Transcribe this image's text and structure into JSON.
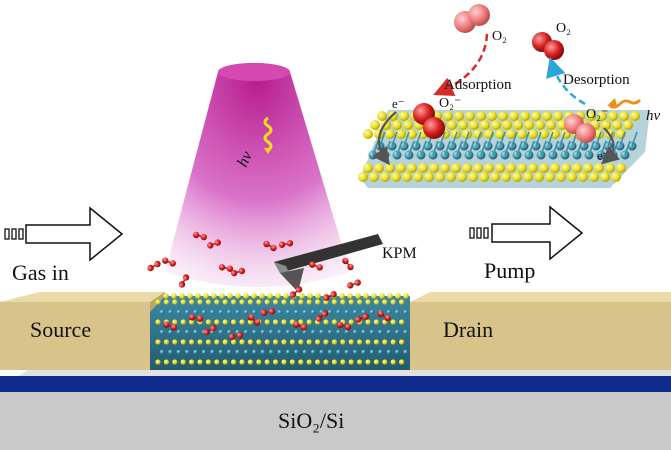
{
  "device": {
    "source": "Source",
    "drain": "Drain",
    "substrate": "SiO₂/Si"
  },
  "flow": {
    "gas_in": "Gas in",
    "pump": "Pump"
  },
  "probe": {
    "label": "KPM"
  },
  "light": {
    "label": "hv"
  },
  "inset": {
    "o2_top": "O₂",
    "o2_right": "O₂",
    "adsorption": "Adsorption",
    "desorption": "Desorption",
    "o2_minus_left": "O₂⁻",
    "o2_minus_right": "O₂⁻",
    "electron_left": "e⁻",
    "electron_right": "e⁻",
    "hv_right": "hv"
  },
  "colors": {
    "gold_contact": "#d8c48a",
    "lattice_top": "#e5dd1c",
    "lattice_mid": "#3c8fa6",
    "oxide_blue": "#0f2a8c",
    "substrate_gray": "#c9c9c9",
    "light_cone": "#c0279a",
    "oxygen_red": "#d31a1a",
    "adsorption_arrow": "#d62b2b",
    "desorption_arrow": "#2aa6d8",
    "hv_orange": "#f08c1a"
  }
}
